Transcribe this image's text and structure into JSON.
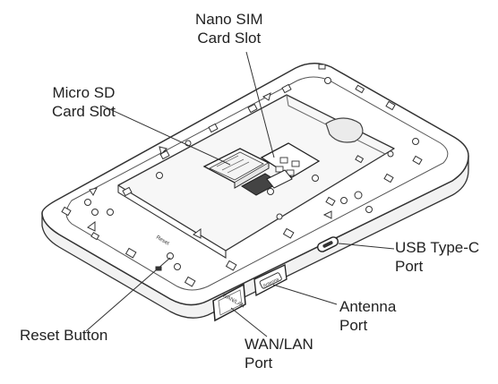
{
  "labels": {
    "nano_sim": [
      "Nano SIM",
      "Card Slot"
    ],
    "micro_sd": [
      "Micro SD",
      "Card Slot"
    ],
    "usb": [
      "USB Type-C",
      "Port"
    ],
    "antenna": [
      "Antenna",
      "Port"
    ],
    "reset": [
      "Reset Button"
    ],
    "wan_lan": [
      "WAN/LAN",
      "Port"
    ]
  },
  "device_text": {
    "reset_marking": "Reset",
    "wan_lan_marking": "WAN/LAN",
    "antenna_marking": "Antenna"
  }
}
